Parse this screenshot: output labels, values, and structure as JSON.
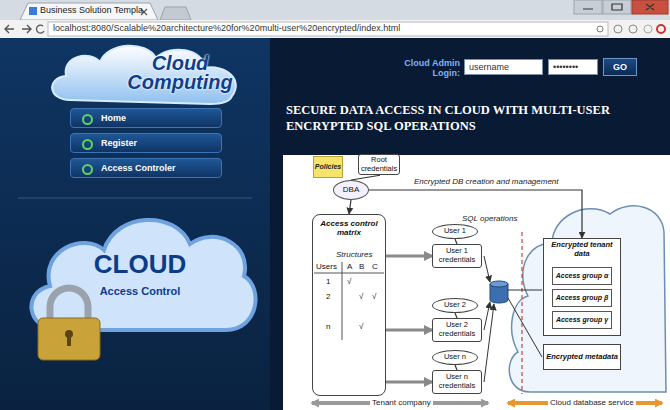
{
  "diagram": {
    "title": "SECURE DATA ACCESS IN CLOUD WITH MULTI-USER ENCRYPTED SQL OPERATIONS",
    "nodes": [
      {
        "text": [
          "Home"
        ]
      },
      {
        "text": [
          "Register"
        ]
      },
      {
        "text": [
          "Access Controler"
        ]
      },
      {
        "text": [
          "username"
        ]
      },
      {
        "text": [
          "••••••••"
        ]
      },
      {
        "text": [
          "GO"
        ]
      },
      {
        "text": [
          "Policies"
        ]
      },
      {
        "text": [
          "Root credentials"
        ]
      },
      {
        "text": [
          "DBA"
        ]
      },
      {
        "text": [
          "Access control matrix"
        ]
      },
      {
        "text": [
          "User 1"
        ]
      },
      {
        "text": [
          "User 1 credentials"
        ]
      },
      {
        "text": [
          "User 2"
        ]
      },
      {
        "text": [
          "User 2 credentials"
        ]
      },
      {
        "text": [
          "User n"
        ]
      },
      {
        "text": [
          "User n credentials"
        ]
      },
      {
        "text": [
          "Encrypted tenant data"
        ]
      },
      {
        "text": [
          "Access group α"
        ],
        "in": 16
      },
      {
        "text": [
          "Access group β"
        ],
        "in": 16
      },
      {
        "text": [
          "Access group γ"
        ],
        "in": 16
      },
      {
        "text": [
          "Encrypted metadata"
        ]
      }
    ],
    "edges": [
      {
        "from": 7,
        "to": 8,
        "arrow": "none"
      },
      {
        "from": 8,
        "to": 9,
        "arrow": "to"
      },
      {
        "from": 8,
        "to": 16,
        "label": "Encrypted DB creation and management",
        "arrow": "to"
      },
      {
        "from": 9,
        "to": 11,
        "arrow": "to"
      },
      {
        "from": 9,
        "to": 13,
        "arrow": "to"
      },
      {
        "from": 9,
        "to": 15,
        "arrow": "to"
      },
      {
        "from": 10,
        "to": 11,
        "arrow": "none"
      },
      {
        "from": 12,
        "to": 13,
        "arrow": "none"
      },
      {
        "from": 14,
        "to": 15,
        "arrow": "none"
      }
    ],
    "labels": [
      "Business Solution Templa",
      "localhost:8080/Scalable%20architecture%20for%20multi-user%20encrypted/index.html",
      "Cloud Computing",
      "Cloud Admin Login:",
      "CLOUD",
      "Access Control",
      "SQL operations",
      "Structures",
      "Users",
      "A",
      "B",
      "C",
      "1",
      "√",
      "2",
      "√",
      "√",
      "n",
      "√",
      "Tenant company",
      "Cloud database service"
    ]
  }
}
